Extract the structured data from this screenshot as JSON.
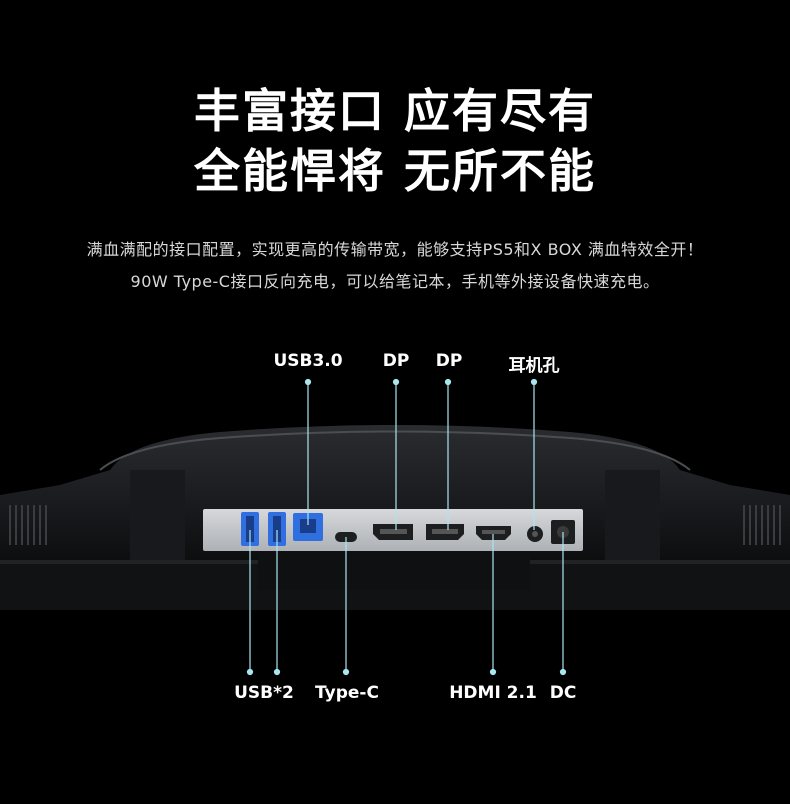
{
  "headline": {
    "line1": "丰富接口 应有尽有",
    "line2": "全能悍将 无所不能"
  },
  "description": {
    "line1": "满血满配的接口配置，实现更高的传输带宽，能够支持PS5和X BOX 满血特效全开！",
    "line2": "90W Type-C接口反向充电，可以给笔记本，手机等外接设备快速充电。"
  },
  "ports_top": {
    "usb30": "USB3.0",
    "dp1": "DP",
    "dp2": "DP",
    "audio": "耳机孔"
  },
  "ports_bottom": {
    "usb2": "USB*2",
    "typec": "Type-C",
    "hdmi": "HDMI 2.1",
    "dc": "DC"
  },
  "colors": {
    "accent_usb": "#2f6fe0",
    "leader_line": "#a9e6ef",
    "panel": "#c9ccd0"
  }
}
